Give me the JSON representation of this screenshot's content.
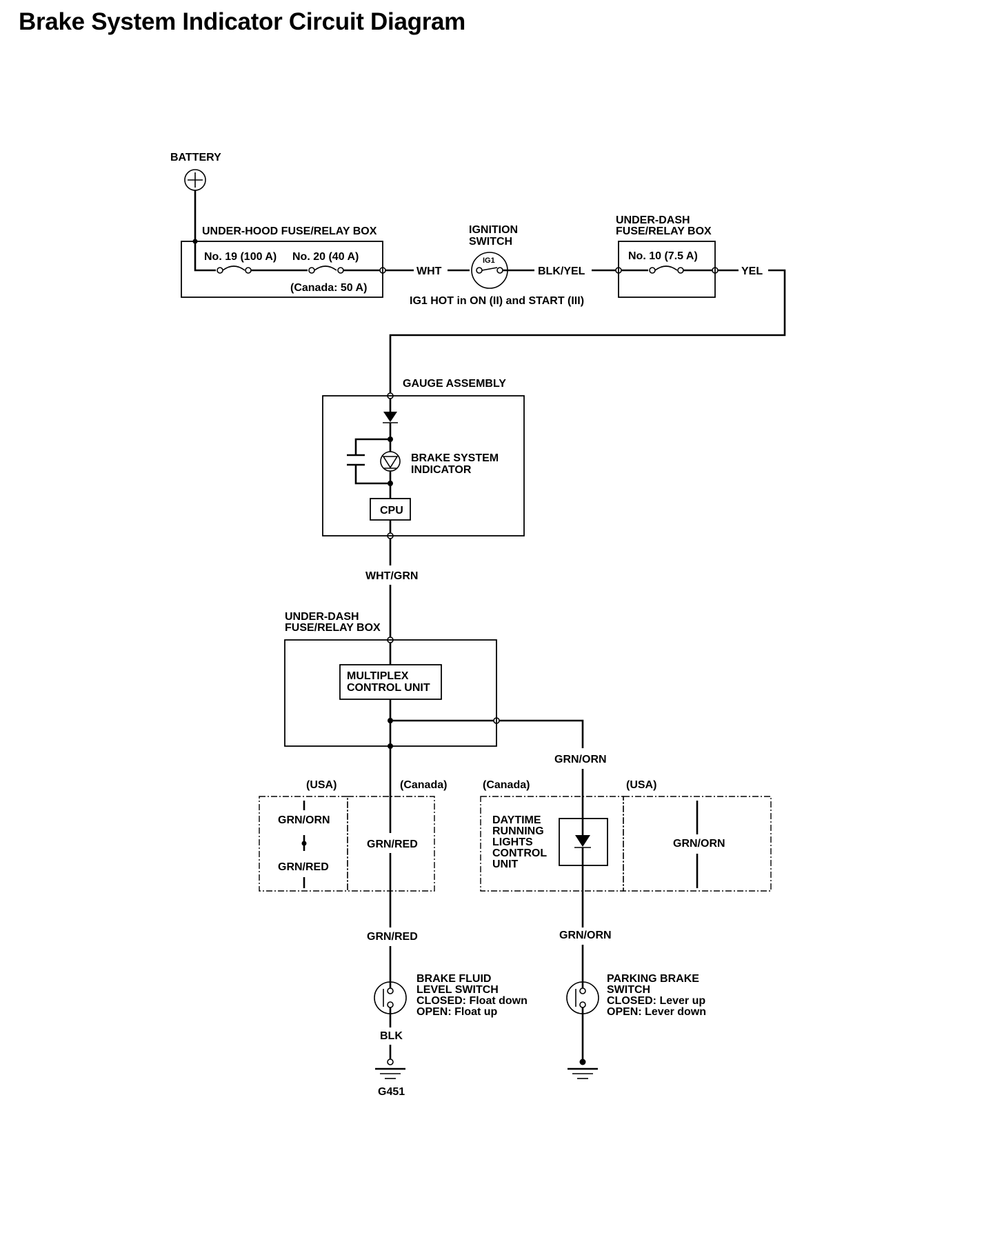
{
  "title": "Brake System Indicator Circuit Diagram",
  "labels": {
    "battery": "BATTERY",
    "under_hood_box": "UNDER-HOOD FUSE/RELAY BOX",
    "fuse_19": "No. 19 (100 A)",
    "fuse_20": "No. 20 (40 A)",
    "canada_50": "(Canada: 50 A)",
    "wht": "WHT",
    "ignition_l1": "IGNITION",
    "ignition_l2": "SWITCH",
    "ig1": "IG1",
    "blk_yel": "BLK/YEL",
    "ig1_note": "IG1 HOT in ON (II) and START (III)",
    "under_dash_top_l1": "UNDER-DASH",
    "under_dash_top_l2": "FUSE/RELAY BOX",
    "fuse_10": "No. 10 (7.5 A)",
    "yel": "YEL",
    "gauge_assembly": "GAUGE ASSEMBLY",
    "brake_indicator_l1": "BRAKE SYSTEM",
    "brake_indicator_l2": "INDICATOR",
    "cpu": "CPU",
    "wht_grn": "WHT/GRN",
    "under_dash_mid_l1": "UNDER-DASH",
    "under_dash_mid_l2": "FUSE/RELAY BOX",
    "mcu_l1": "MULTIPLEX",
    "mcu_l2": "CONTROL UNIT",
    "grn_orn_upper": "GRN/ORN",
    "usa_left": "(USA)",
    "canada_left": "(Canada)",
    "canada_right": "(Canada)",
    "usa_right": "(USA)",
    "usa_left_grn_orn": "GRN/ORN",
    "usa_left_grn_red": "GRN/RED",
    "canada_left_grn_red": "GRN/RED",
    "drl_l1": "DAYTIME",
    "drl_l2": "RUNNING",
    "drl_l3": "LIGHTS",
    "drl_l4": "CONTROL",
    "drl_l5": "UNIT",
    "usa_right_grn_orn": "GRN/ORN",
    "grn_red_lower": "GRN/RED",
    "grn_orn_lower": "GRN/ORN",
    "bfl_l1": "BRAKE FLUID",
    "bfl_l2": "LEVEL SWITCH",
    "bfl_l3": "CLOSED: Float down",
    "bfl_l4": "OPEN: Float up",
    "pb_l1": "PARKING BRAKE",
    "pb_l2": "SWITCH",
    "pb_l3": "CLOSED: Lever up",
    "pb_l4": "OPEN: Lever down",
    "blk": "BLK",
    "g451": "G451"
  }
}
